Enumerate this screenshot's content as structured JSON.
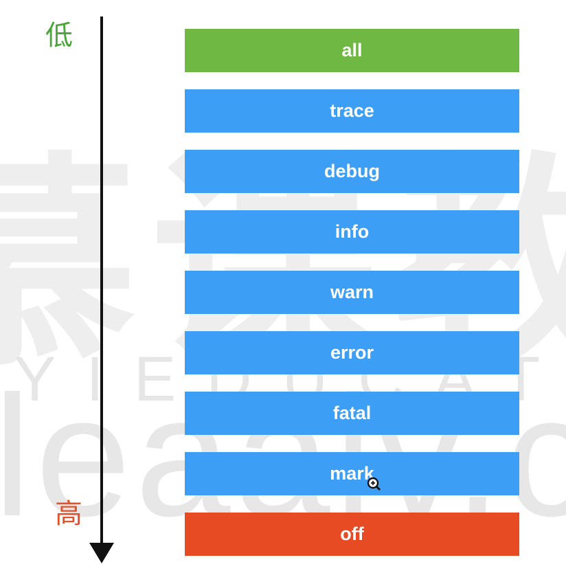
{
  "axis": {
    "low_label": "低",
    "high_label": "高",
    "low_color": "#4aa63a",
    "high_color": "#e0542d"
  },
  "levels": [
    {
      "label": "all",
      "color": "#6fb843"
    },
    {
      "label": "trace",
      "color": "#3c9ff5"
    },
    {
      "label": "debug",
      "color": "#3c9ff5"
    },
    {
      "label": "info",
      "color": "#3c9ff5"
    },
    {
      "label": "warn",
      "color": "#3c9ff5"
    },
    {
      "label": "error",
      "color": "#3c9ff5"
    },
    {
      "label": "fatal",
      "color": "#3c9ff5"
    },
    {
      "label": "mark",
      "color": "#3c9ff5"
    },
    {
      "label": "off",
      "color": "#e64b24"
    }
  ],
  "watermark": {
    "cjk": "慕课教程",
    "latin": "YIEDUCATION",
    "domain": "leaaiv.cn"
  },
  "icons": {
    "cursor": "zoom-cursor-icon"
  }
}
